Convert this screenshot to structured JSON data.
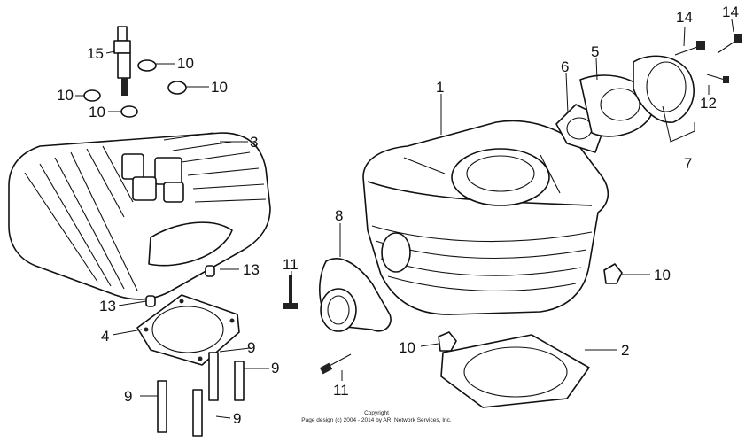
{
  "diagram": {
    "callouts": [
      {
        "id": "c1",
        "text": "1"
      },
      {
        "id": "c2",
        "text": "2"
      },
      {
        "id": "c3",
        "text": "3"
      },
      {
        "id": "c4",
        "text": "4"
      },
      {
        "id": "c5",
        "text": "5"
      },
      {
        "id": "c6",
        "text": "6"
      },
      {
        "id": "c7",
        "text": "7"
      },
      {
        "id": "c8",
        "text": "8"
      },
      {
        "id": "c9a",
        "text": "9"
      },
      {
        "id": "c9b",
        "text": "9"
      },
      {
        "id": "c9c",
        "text": "9"
      },
      {
        "id": "c9d",
        "text": "9"
      },
      {
        "id": "c10a",
        "text": "10"
      },
      {
        "id": "c10b",
        "text": "10"
      },
      {
        "id": "c10c",
        "text": "10"
      },
      {
        "id": "c10d",
        "text": "10"
      },
      {
        "id": "c10e",
        "text": "10"
      },
      {
        "id": "c10f",
        "text": "10"
      },
      {
        "id": "c11a",
        "text": "11"
      },
      {
        "id": "c11b",
        "text": "11"
      },
      {
        "id": "c12",
        "text": "12"
      },
      {
        "id": "c13a",
        "text": "13"
      },
      {
        "id": "c13b",
        "text": "13"
      },
      {
        "id": "c14a",
        "text": "14"
      },
      {
        "id": "c14b",
        "text": "14"
      },
      {
        "id": "c15",
        "text": "15"
      }
    ]
  },
  "footer": {
    "line1": "Copyright",
    "line2": "Page design (c) 2004 - 2014 by ARI Network Services, Inc."
  }
}
